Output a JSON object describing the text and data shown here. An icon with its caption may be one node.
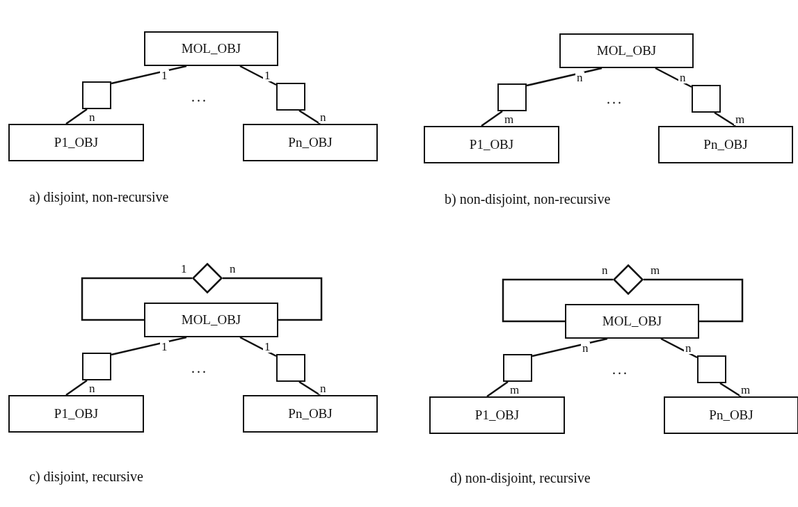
{
  "diagram": {
    "nodes": [
      {
        "text": [
          "MOL_OBJ"
        ]
      },
      {
        "text": [],
        "shape": "box"
      },
      {
        "text": [],
        "shape": "box"
      },
      {
        "text": [
          "P1_OBJ"
        ]
      },
      {
        "text": [
          "Pn_OBJ"
        ]
      },
      {
        "text": [
          "MOL_OBJ"
        ]
      },
      {
        "text": [],
        "shape": "box"
      },
      {
        "text": [],
        "shape": "box"
      },
      {
        "text": [
          "P1_OBJ"
        ]
      },
      {
        "text": [
          "Pn_OBJ"
        ]
      },
      {
        "text": [],
        "shape": "diamond"
      },
      {
        "text": [
          "MOL_OBJ"
        ]
      },
      {
        "text": [],
        "shape": "box"
      },
      {
        "text": [],
        "shape": "box"
      },
      {
        "text": [
          "P1_OBJ"
        ]
      },
      {
        "text": [
          "Pn_OBJ"
        ]
      },
      {
        "text": [],
        "shape": "diamond"
      },
      {
        "text": [
          "MOL_OBJ"
        ]
      },
      {
        "text": [],
        "shape": "box"
      },
      {
        "text": [],
        "shape": "box"
      },
      {
        "text": [
          "P1_OBJ"
        ]
      },
      {
        "text": [
          "Pn_OBJ"
        ]
      }
    ],
    "edges": [
      {
        "from": 0,
        "to": 1,
        "arrow": "none",
        "label": "1"
      },
      {
        "from": 1,
        "to": 3,
        "arrow": "none",
        "label": "n"
      },
      {
        "from": 0,
        "to": 2,
        "arrow": "none",
        "label": "1"
      },
      {
        "from": 2,
        "to": 4,
        "arrow": "none",
        "label": "n"
      },
      {
        "from": 5,
        "to": 6,
        "arrow": "none",
        "label": "n"
      },
      {
        "from": 6,
        "to": 8,
        "arrow": "none",
        "label": "m"
      },
      {
        "from": 5,
        "to": 7,
        "arrow": "none",
        "label": "n"
      },
      {
        "from": 7,
        "to": 9,
        "arrow": "none",
        "label": "m"
      },
      {
        "from": 11,
        "to": 10,
        "arrow": "none",
        "label": "1"
      },
      {
        "from": 10,
        "to": 11,
        "arrow": "none",
        "label": "n"
      },
      {
        "from": 11,
        "to": 12,
        "arrow": "none",
        "label": "1"
      },
      {
        "from": 12,
        "to": 14,
        "arrow": "none",
        "label": "n"
      },
      {
        "from": 11,
        "to": 13,
        "arrow": "none",
        "label": "1"
      },
      {
        "from": 13,
        "to": 15,
        "arrow": "none",
        "label": "n"
      },
      {
        "from": 17,
        "to": 16,
        "arrow": "none",
        "label": "n"
      },
      {
        "from": 16,
        "to": 17,
        "arrow": "none",
        "label": "m"
      },
      {
        "from": 17,
        "to": 18,
        "arrow": "none",
        "label": "n"
      },
      {
        "from": 18,
        "to": 20,
        "arrow": "none",
        "label": "m"
      },
      {
        "from": 17,
        "to": 19,
        "arrow": "none",
        "label": "n"
      },
      {
        "from": 19,
        "to": 21,
        "arrow": "none",
        "label": "m"
      }
    ],
    "labels": [
      "...",
      "...",
      "a) disjoint, non-recursive",
      "b) non-disjoint, non-recursive",
      "...",
      "...",
      "c) disjoint, recursive",
      "d) non-disjoint, recursive"
    ]
  }
}
